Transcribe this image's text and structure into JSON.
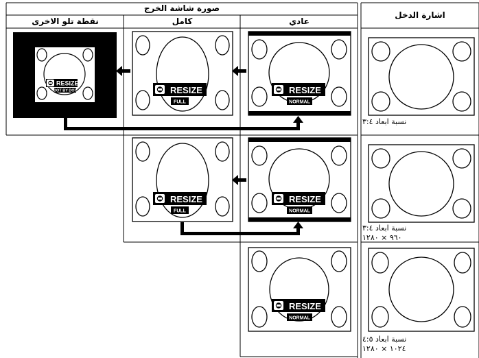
{
  "headers": {
    "input_signal": "اشارة الدخل",
    "output_image": "صورة شاشة الخرج",
    "normal": "عادي",
    "full": "كامل",
    "dot_by_dot": "نقطة تلو الاخرى"
  },
  "captions": {
    "row1_line1": "نسبة ابعاد ٣:٤",
    "row2_line1": "نسبة ابعاد ٣:٤",
    "row2_line2": "٩٦٠ × ١٢٨٠",
    "row3_line1": "نسبة ابعاد ٤:٥",
    "row3_line2": "١٠٢٤ × ١٢٨٠"
  },
  "osd": {
    "resize": "RESIZE",
    "normal": "NORMAL",
    "full": "FULL",
    "dot_by_dot": "DOT BY DOT"
  },
  "icons": {
    "resize_icon": "resize-icon",
    "arrow": "arrow-left-icon"
  },
  "colors": {
    "line": "#000000",
    "background": "#ffffff"
  }
}
